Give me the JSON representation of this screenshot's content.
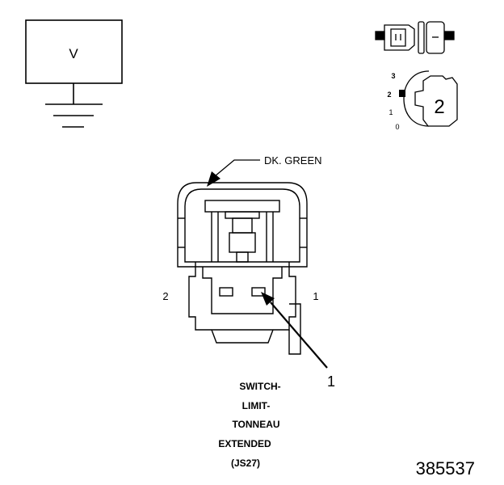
{
  "voltmeter": {
    "label": "V"
  },
  "connector_icon": {
    "pin_scale": [
      "3",
      "2",
      "1",
      "0"
    ],
    "pin_count_label": "2"
  },
  "wire": {
    "color_label": "DK. GREEN"
  },
  "connector": {
    "pin_left_label": "2",
    "pin_right_label": "1",
    "callout_label": "1"
  },
  "component": {
    "name_lines": [
      "SWITCH-",
      "LIMIT-",
      "TONNEAU",
      "EXTENDED",
      "(JS27)"
    ]
  },
  "figure_number": "385537"
}
